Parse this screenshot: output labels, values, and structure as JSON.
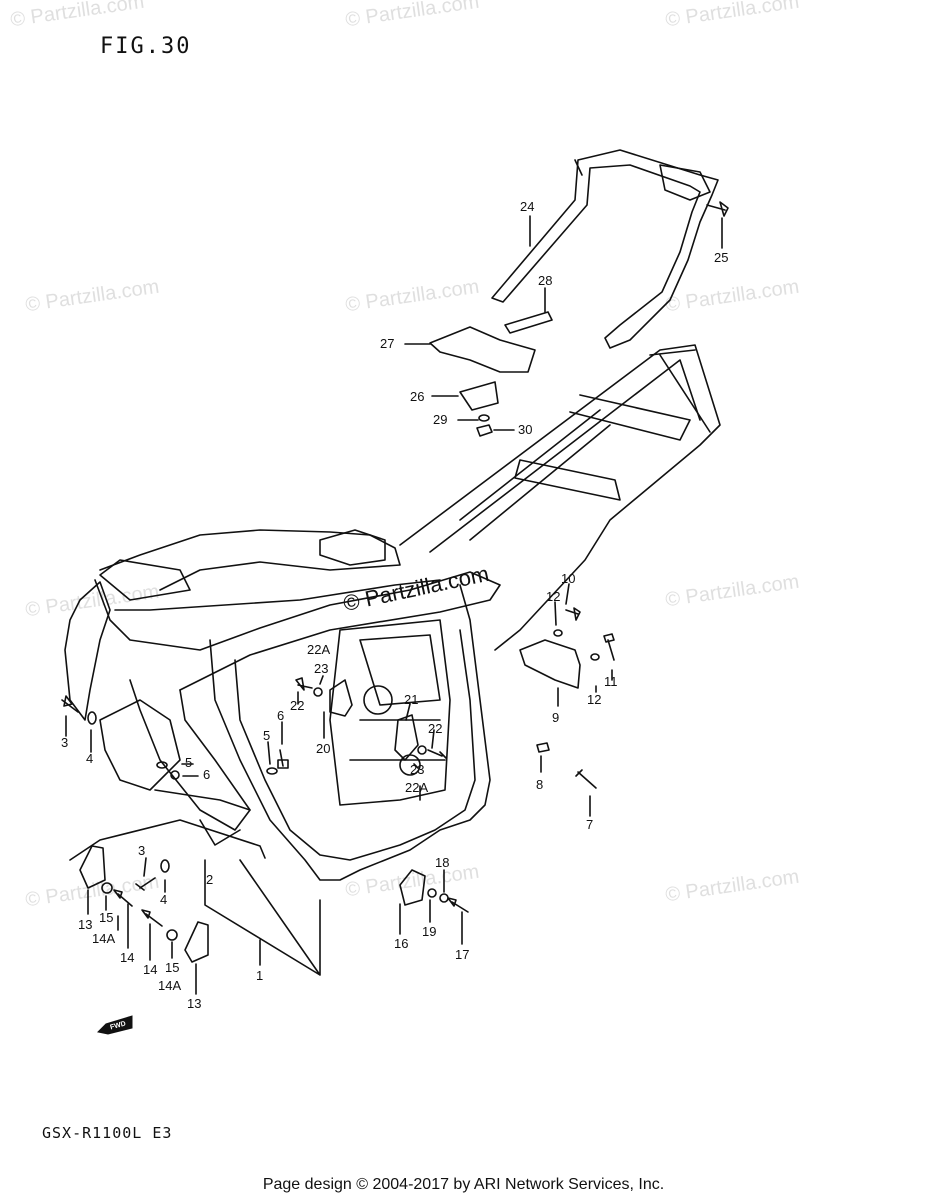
{
  "figure": {
    "title": "FIG.30",
    "model": "GSX-R1100L E3"
  },
  "footer": {
    "text": "Page design © 2004-2017 by ARI Network Services, Inc."
  },
  "watermark": {
    "text": "© Partzilla.com",
    "center_text": "© Partzilla.com"
  },
  "fwd_label": "FWD",
  "part_labels": {
    "p1": "1",
    "p2": "2",
    "p3a": "3",
    "p3b": "3",
    "p4a": "4",
    "p4b": "4",
    "p5a": "5",
    "p5b": "5",
    "p6a": "6",
    "p6b": "6",
    "p7": "7",
    "p8": "8",
    "p9": "9",
    "p10": "10",
    "p11": "11",
    "p12a": "12",
    "p12b": "12",
    "p13a": "13",
    "p13b": "13",
    "p14a": "14",
    "p14b": "14",
    "p14Aa": "14A",
    "p14Ab": "14A",
    "p15a": "15",
    "p15b": "15",
    "p16": "16",
    "p17": "17",
    "p18": "18",
    "p19": "19",
    "p20": "20",
    "p21": "21",
    "p22a": "22",
    "p22b": "22",
    "p22Aa": "22A",
    "p22Ab": "22A",
    "p23a": "23",
    "p23b": "23",
    "p24": "24",
    "p25": "25",
    "p26": "26",
    "p27": "27",
    "p28": "28",
    "p29": "29",
    "p30": "30"
  },
  "colors": {
    "line": "#111111",
    "watermark": "#969696"
  }
}
